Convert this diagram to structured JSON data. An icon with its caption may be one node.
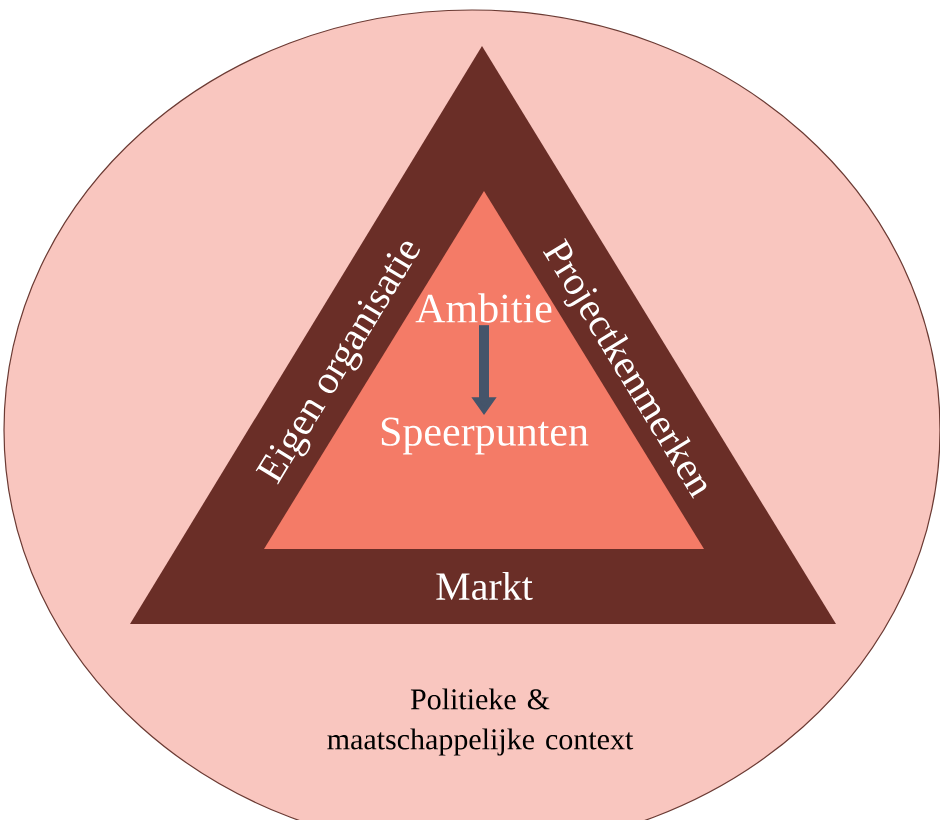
{
  "diagram": {
    "nodes": [
      {
        "text": [
          "Politieke & maatschappelijke context"
        ]
      },
      {
        "text": [
          "Eigen organisatie",
          "Projectkenmerken",
          "Markt"
        ],
        "in": 0
      },
      {
        "text": [],
        "shape": "triangle",
        "in": 1
      },
      {
        "text": [
          "Ambitie"
        ],
        "in": 2
      },
      {
        "text": [
          "Speerpunten"
        ],
        "in": 2
      }
    ],
    "edges": [
      {
        "from": 3,
        "to": 4,
        "arrow": "to"
      }
    ]
  }
}
